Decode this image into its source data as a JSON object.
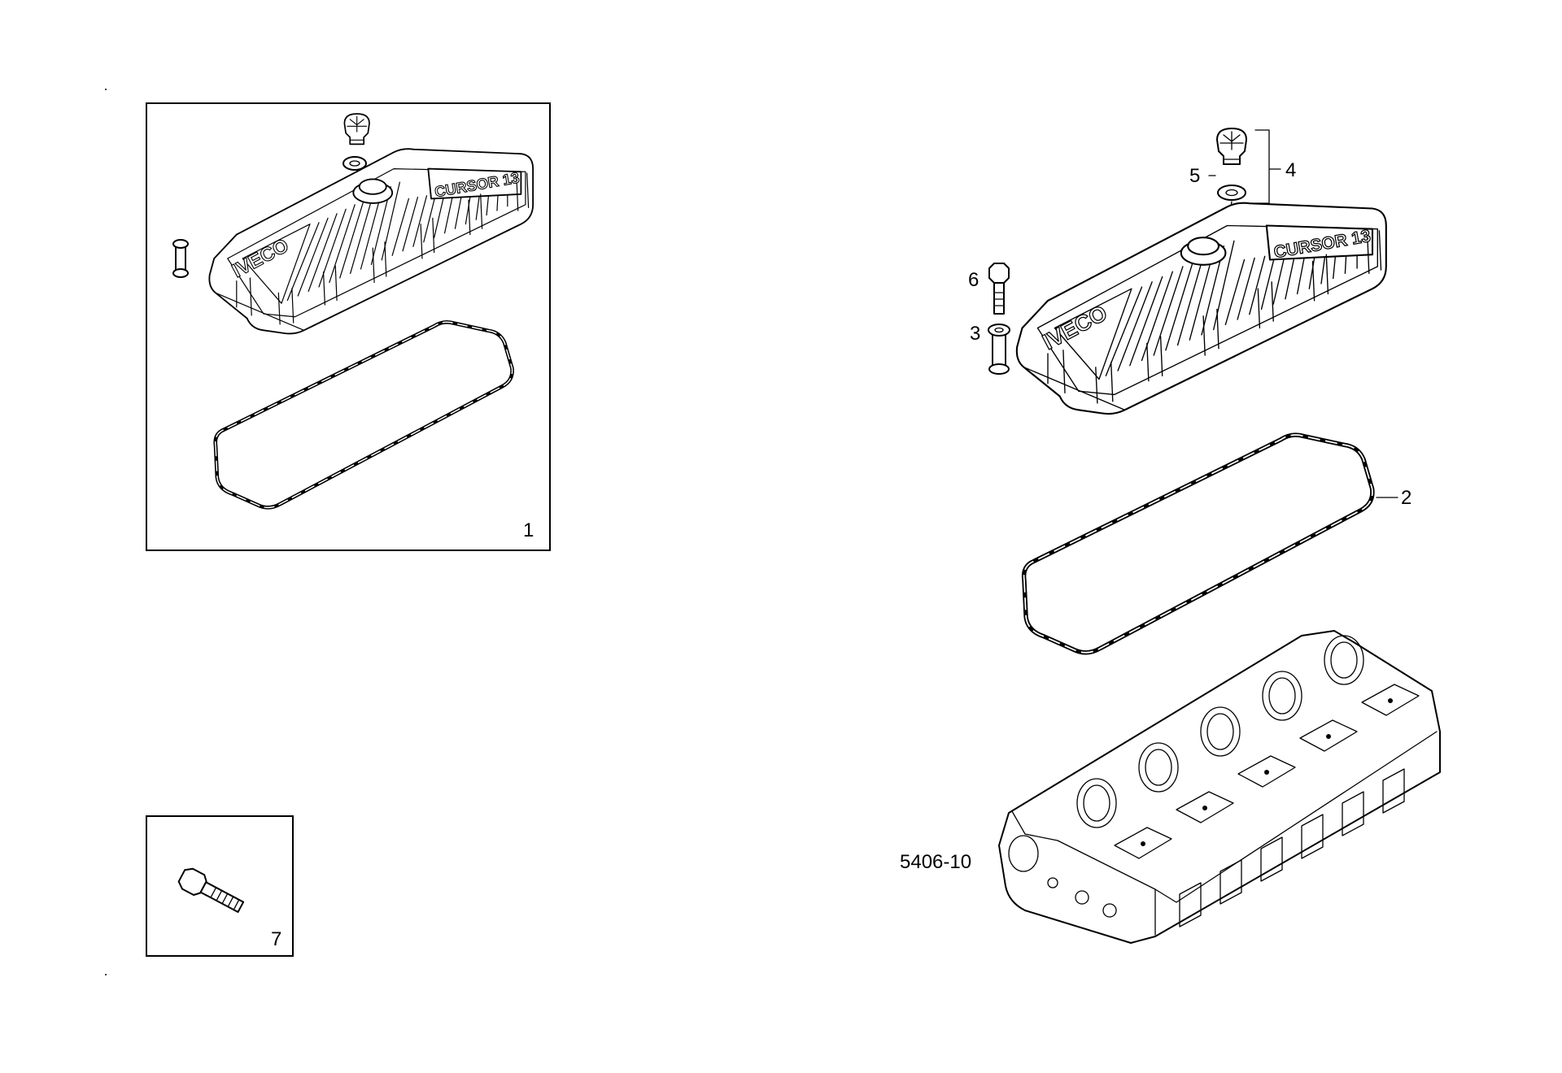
{
  "diagram_ref": "5406-10",
  "callouts": {
    "kit_cover": "1",
    "gasket": "2",
    "spacer": "3",
    "oil_cap_assembly": "4",
    "seal_ring": "5",
    "screw": "6",
    "bolt": "7"
  },
  "cover_lettering": {
    "brand": "IVECO",
    "model": "CURSOR 13"
  }
}
